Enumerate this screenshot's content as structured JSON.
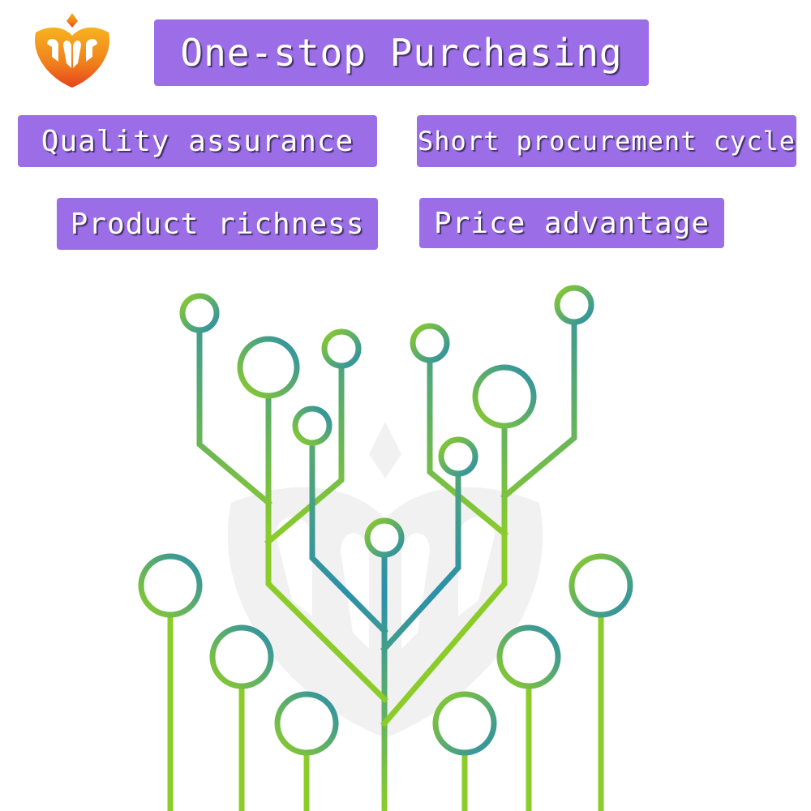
{
  "header": {
    "title": "One-stop Purchasing"
  },
  "features": [
    {
      "label": "Quality assurance"
    },
    {
      "label": "Short procurement cycle"
    },
    {
      "label": "Product richness"
    },
    {
      "label": "Price advantage"
    }
  ],
  "colors": {
    "banner": "#9b6ee8",
    "tree_green": "#8ccc2a",
    "tree_teal": "#2b8faa",
    "logo_orange": "#f39a1e",
    "logo_red": "#e8401c",
    "watermark": "#e6e6e6"
  },
  "icons": {
    "brand_logo": "brand-logo-icon",
    "watermark": "watermark-logo-icon",
    "tree": "circuit-tree-icon"
  }
}
